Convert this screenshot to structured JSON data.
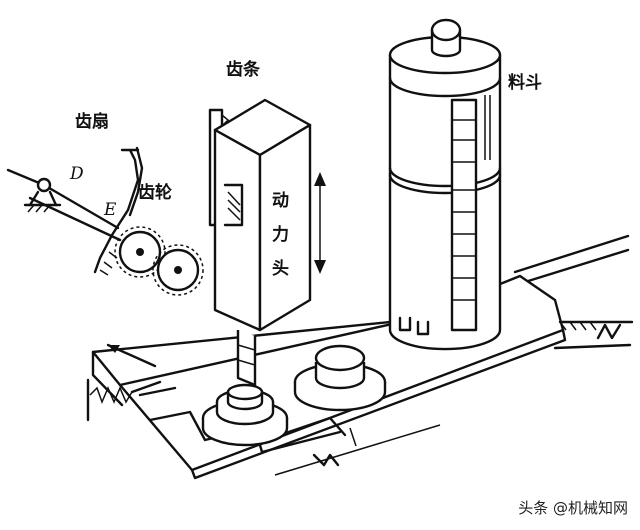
{
  "labels": {
    "rack": "齿条",
    "sector": "齿扇",
    "gear": "齿轮",
    "point_d": "D",
    "point_e": "E",
    "power_head": [
      "动",
      "力",
      "头"
    ],
    "hopper": "料斗"
  },
  "watermark": "头条 @机械知网"
}
